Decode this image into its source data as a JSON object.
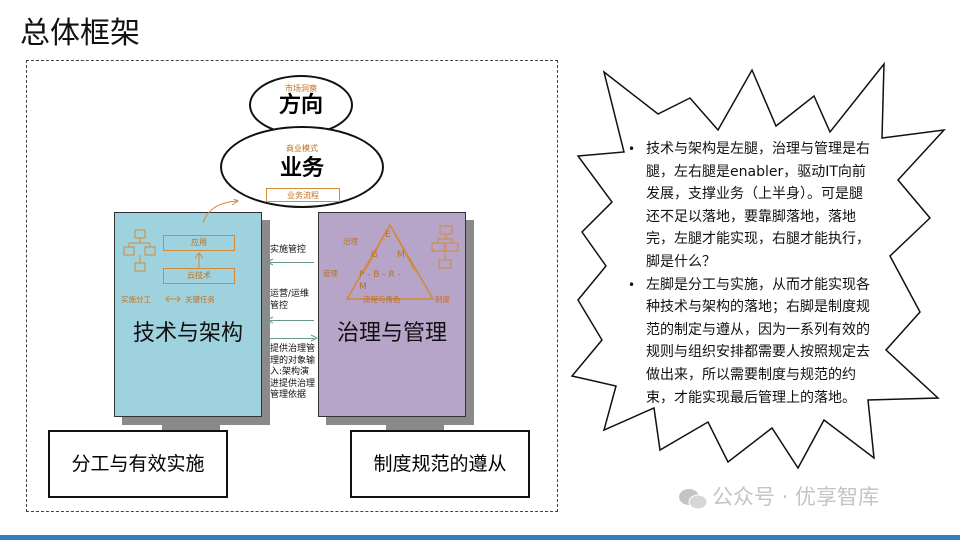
{
  "title": "总体框架",
  "ovals": {
    "direction": {
      "small": "市场洞察",
      "big": "方向"
    },
    "business": {
      "small": "商业模式",
      "big": "业务",
      "flow_box": "业务流程"
    }
  },
  "tech_panel": {
    "title": "技术与架构",
    "box_app": "应用",
    "box_cloud": "云技术",
    "left_note": "实施分工",
    "right_note": "关键任务"
  },
  "gov_panel": {
    "title": "治理与管理",
    "label_left": "治理",
    "label_bottom_left": "管理",
    "label_bottom_right": "流程与角色",
    "label_right": "制度",
    "triangle_letters": [
      "E",
      "G",
      "M",
      "P - B - R -",
      "M"
    ]
  },
  "middle_labels": {
    "implement_control": "实施管控",
    "ops_control": "运营/运维管控",
    "governance_input": "提供治理管理的对象输入:架构演进提供治理管理依据"
  },
  "base": {
    "left": "分工与有效实施",
    "right": "制度规范的遵从"
  },
  "bullets": [
    "技术与架构是左腿，治理与管理是右腿，左右腿是enabler，驱动IT向前发展，支撑业务（上半身）。可是腿还不足以落地，要靠脚落地，落地完，左腿才能实现，右腿才能执行，脚是什么？",
    "左脚是分工与实施，从而才能实现各种技术与架构的落地；右脚是制度规范的制定与遵从，因为一系列有效的规则与组织安排都需要人按照规定去做出来，所以需要制度与规范的约束，才能实现最后管理上的落地。"
  ],
  "watermark": "公众号 · 优享智库",
  "colors": {
    "tech_panel": "#9fd2df",
    "gov_panel": "#b6a4c9",
    "accent_orange": "#c07020",
    "bottom_bar": "#2f7fc3"
  }
}
